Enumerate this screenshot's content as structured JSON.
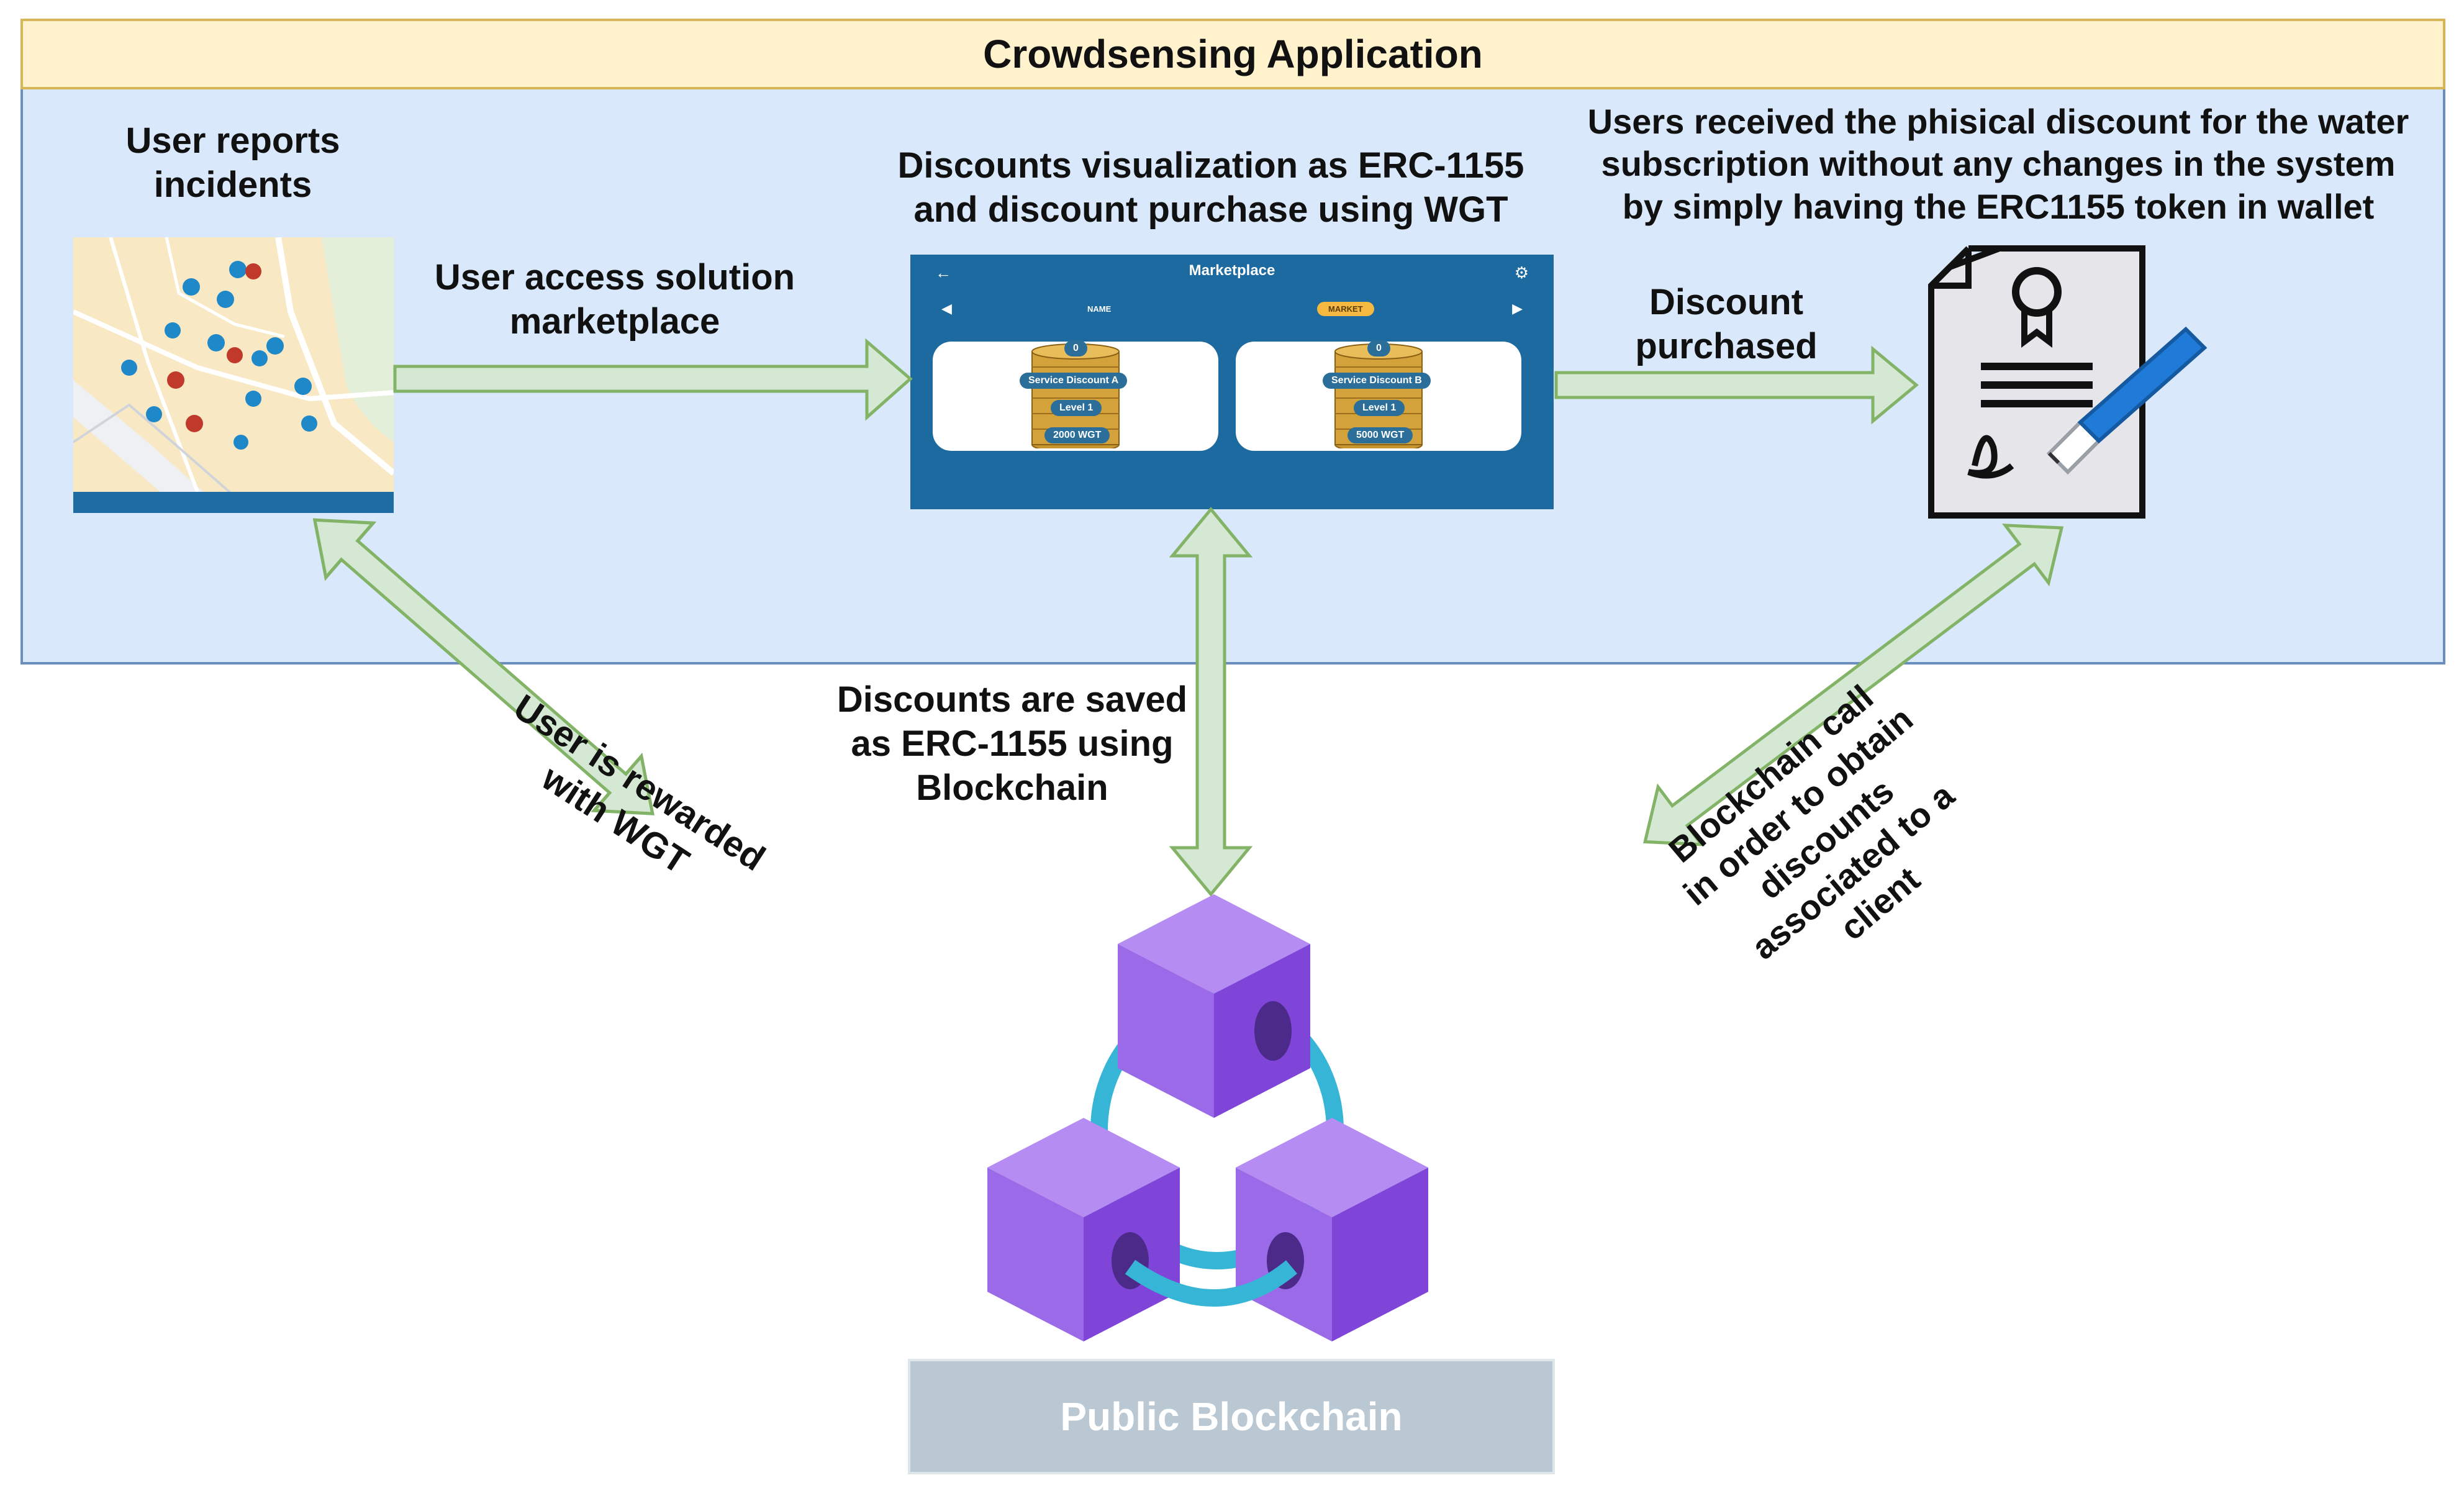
{
  "app": {
    "title": "Crowdsensing Application"
  },
  "steps": {
    "report": "User reports\nincidents",
    "access": "User access solution\nmarketplace",
    "visualization": "Discounts visualization as ERC-1155\nand discount purchase using WGT",
    "purchased": "Discount\npurchased",
    "received": "Users received the phisical discount for the water\nsubscription without any changes in the system\nby simply having the ERC1155 token in wallet"
  },
  "links": {
    "rewarded": "User is rewarded\nwith WGT",
    "saved": "Discounts are saved\nas ERC-1155 using\nBlockchain",
    "call": "Blockchain call\nin order to obtain\ndiscounts\nassociated to a\nclient"
  },
  "blockchain": {
    "label": "Public Blockchain"
  },
  "marketplace_screen": {
    "title": "Marketplace",
    "tabs": [
      "NAME",
      "MARKET"
    ],
    "cards": [
      {
        "badge": "0",
        "name": "Service Discount A",
        "level": "Level 1",
        "price": "2000 WGT"
      },
      {
        "badge": "0",
        "name": "Service Discount B",
        "level": "Level 1",
        "price": "5000 WGT"
      }
    ]
  },
  "colors": {
    "title_fill": "#fff2cc",
    "title_border": "#d6b656",
    "panel_fill": "#dae8fc",
    "panel_border": "#6c8ebf",
    "arrow_fill": "#d5e8d4",
    "arrow_stroke": "#82b366",
    "chain_box_fill": "#bac8d3",
    "cube_top": "#b48cf2",
    "cube_left": "#9a6ae8",
    "cube_right": "#7e45d8",
    "link_ring": "#37b5d6"
  },
  "icons": [
    "map-screenshot",
    "marketplace-screenshot",
    "certificate-icon",
    "pen-icon",
    "blockchain-cubes-icon"
  ]
}
